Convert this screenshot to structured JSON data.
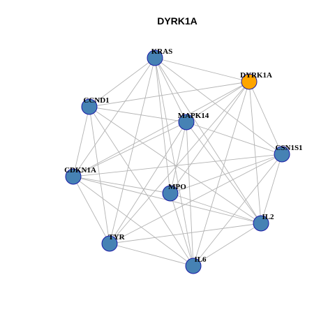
{
  "title": "DYRK1A",
  "colors": {
    "background": "#ffffff",
    "edge": "#b3b3b3",
    "node_default": "#4682b4",
    "node_highlight": "#ffa500",
    "node_border": "#1a1aa6",
    "label": "#000000"
  },
  "nodes": [
    {
      "id": "KRAS",
      "label": "KRAS",
      "highlight": false
    },
    {
      "id": "DYRK1A",
      "label": "DYRK1A",
      "highlight": true
    },
    {
      "id": "CCND1",
      "label": "CCND1",
      "highlight": false
    },
    {
      "id": "MAPK14",
      "label": "MAPK14",
      "highlight": false
    },
    {
      "id": "CSN1S1",
      "label": "CSN1S1",
      "highlight": false
    },
    {
      "id": "CDKN1A",
      "label": "CDKN1A",
      "highlight": false
    },
    {
      "id": "MPO",
      "label": "MPO",
      "highlight": false
    },
    {
      "id": "IL2",
      "label": "IL2",
      "highlight": false
    },
    {
      "id": "TYR",
      "label": "TYR",
      "highlight": false
    },
    {
      "id": "IL6",
      "label": "IL6",
      "highlight": false
    }
  ],
  "edges": [
    [
      "KRAS",
      "DYRK1A"
    ],
    [
      "KRAS",
      "CCND1"
    ],
    [
      "KRAS",
      "MAPK14"
    ],
    [
      "KRAS",
      "CSN1S1"
    ],
    [
      "KRAS",
      "CDKN1A"
    ],
    [
      "KRAS",
      "MPO"
    ],
    [
      "KRAS",
      "IL2"
    ],
    [
      "KRAS",
      "TYR"
    ],
    [
      "KRAS",
      "IL6"
    ],
    [
      "DYRK1A",
      "CCND1"
    ],
    [
      "DYRK1A",
      "MAPK14"
    ],
    [
      "DYRK1A",
      "CSN1S1"
    ],
    [
      "DYRK1A",
      "CDKN1A"
    ],
    [
      "DYRK1A",
      "MPO"
    ],
    [
      "DYRK1A",
      "IL2"
    ],
    [
      "DYRK1A",
      "TYR"
    ],
    [
      "DYRK1A",
      "IL6"
    ],
    [
      "CCND1",
      "MAPK14"
    ],
    [
      "CCND1",
      "CDKN1A"
    ],
    [
      "CCND1",
      "IL2"
    ],
    [
      "CCND1",
      "TYR"
    ],
    [
      "CCND1",
      "IL6"
    ],
    [
      "MAPK14",
      "CSN1S1"
    ],
    [
      "MAPK14",
      "CDKN1A"
    ],
    [
      "MAPK14",
      "MPO"
    ],
    [
      "MAPK14",
      "IL2"
    ],
    [
      "MAPK14",
      "TYR"
    ],
    [
      "MAPK14",
      "IL6"
    ],
    [
      "CSN1S1",
      "CDKN1A"
    ],
    [
      "CSN1S1",
      "MPO"
    ],
    [
      "CSN1S1",
      "IL2"
    ],
    [
      "CSN1S1",
      "TYR"
    ],
    [
      "CSN1S1",
      "IL6"
    ],
    [
      "CDKN1A",
      "MPO"
    ],
    [
      "CDKN1A",
      "IL2"
    ],
    [
      "CDKN1A",
      "TYR"
    ],
    [
      "CDKN1A",
      "IL6"
    ],
    [
      "MPO",
      "IL2"
    ],
    [
      "MPO",
      "IL6"
    ],
    [
      "IL2",
      "TYR"
    ],
    [
      "IL2",
      "IL6"
    ],
    [
      "TYR",
      "IL6"
    ]
  ]
}
